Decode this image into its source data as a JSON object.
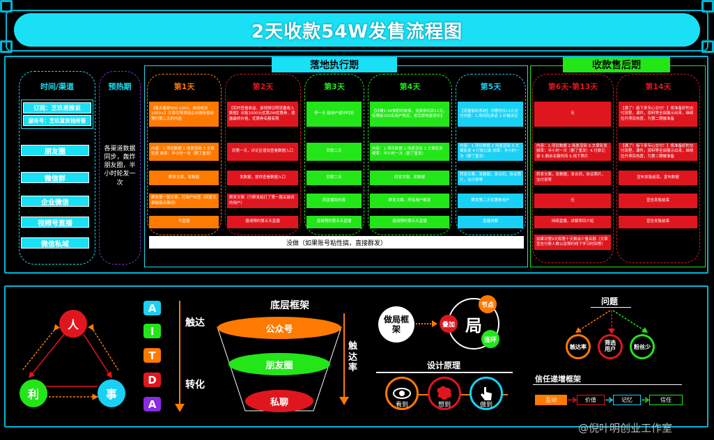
{
  "header": {
    "title": "2天收款54W发售流程图"
  },
  "phases": {
    "execution": "落地执行期",
    "after_sales": "收款售后期"
  },
  "columns": {
    "time_channel": "时间/渠道",
    "preheat": "预热期",
    "day1": "第1天",
    "day2": "第2天",
    "day3": "第3天",
    "day4": "第4天",
    "day5": "第5天",
    "day6_13": "第6天-第13天",
    "day14": "第14天"
  },
  "channels": {
    "subscribe": "订阅：芝玖思推说",
    "service": "服务号：芝玖富贵钱终管",
    "moments": "朋友圈",
    "wechat_group": "微信群",
    "wecom": "企业微信",
    "video": "视频号直播",
    "private": "微信私域"
  },
  "preheat_text": "各渠道数据同步，轰炸朋友圈，半小时轮发一次",
  "cells": {
    "d1r1": "【每天都是500-1000，自动成交1000+】文章引导添加企业微信提前预约第二天的内容",
    "d1r2": "内容：1.项目数据 2.场景渲染 3.文章轮发 频率：半小时一次（删了重发）",
    "d1r3": "群发文章，发数据",
    "d1r4": "群发第一篇文章，打用户标签（回复文章链接关键词）",
    "d1r5": "不直播",
    "d2r1": "【实时查看收益，录视频证明流量收入数据】出售1000元优惠2W优惠券，透露最终价格，优惠券名额有限",
    "d2r2": "同第一天，评论区增加查看数据入口",
    "d2r3": "发数据，提供查看数据入口",
    "d2r4": "群发文案（只群发给打了第一篇关键词的用户）",
    "d2r5": "邀请预约第五天直播",
    "d3r1": "停一天 给用户缓冲时间",
    "d3r2": "同第二天",
    "d3r3": "同第二天",
    "d3r4": "同直播间内容",
    "d3r5": "邀请预约第五天直播",
    "d4r1": "【日赚1-3K兼职的故事，消费券扣到11元，仅限前200名用户购买，抢完即恢复原价】",
    "d4r2": "内容：1.项目数据 2.场景渲染 3.文章轮发 频率：半小时一次（删了重发）",
    "d4r3": "同发文案，发数据",
    "d4r4": "群发文案，所有用户都发",
    "d4r5": "邀请预约第五天直播",
    "d5r1": "【流量裂利系统】对哪份仅11元交付内容：1.带风险承诺 2.价格说定",
    "d5r2": "内容：1.项目数据 2.场景渲染 3.文章轮发 4.打款记录 频率：半小时一次（删了重发）",
    "d5r3": "转发文案，发数据，发合同，协议照片，交付表等",
    "d5r4": "群发第二天优惠券用户",
    "d5r5": "直播讲解",
    "d6r1": "无",
    "d6r2": "内容：1.项目数据 2.场景渲染 3.文章轮发 频率：半小时一次（删了重发）4.付款记录 5.剩余名额时间 6.线下照片",
    "d6r3": "转发文案，发数据，发合同，协议照片，交付表等",
    "d6r4": "无",
    "d6r5": "持续直播，讲解项目介绍",
    "d14r1": "【满了！接下来专心交付！】将准备好的交付流程，课件，资料等全部展示出来，继续拉升项目热度，为第二期做准备",
    "d14r2": "【满了！接下来专心交付！】将准备好的交付流程，课件，资料等全部展示出来，继续拉升项目热度，为第二期做准备",
    "d14r3": "宣布发售结束，宣布数据",
    "d14r4": "宣告发售结束",
    "d14r5": "宣告发售结束",
    "private_wide": "没做（如果账号粘性搞，直接群发）",
    "private_after": "如果对第9天和第十天剩余少量名额（文章宣告付费人数以及预约线下学习时间等）"
  },
  "bottom": {
    "triangle": {
      "person": "人",
      "profit": "利",
      "thing": "事"
    },
    "aitda": [
      "A",
      "I",
      "T",
      "D",
      "A"
    ],
    "reach": "触达",
    "convert": "转化",
    "framework_title": "底层框架",
    "funnel": [
      "公众号",
      "朋友圈",
      "私聊"
    ],
    "reach_rate": "触达率",
    "bureau": {
      "make": "做局框架",
      "center": "局",
      "stack": "叠加",
      "node": "节点",
      "chain": "连环"
    },
    "design_title": "设计原理",
    "design_steps": [
      "看到",
      "想到",
      "做到"
    ],
    "problem_title": "问题",
    "problems": [
      "触达率",
      "筛选用户",
      "粉丝少"
    ],
    "trust_title": "信任递增框架",
    "trust_steps": [
      "互动",
      "价值",
      "记忆",
      "信任"
    ]
  },
  "watermark": "@倪叶明创业工作室",
  "colors": {
    "cyan": "#19e0f5",
    "orange": "#ff7a00",
    "red": "#e0161f",
    "green": "#23e619",
    "blue": "#19d1f5",
    "purple": "#8a2be2"
  }
}
